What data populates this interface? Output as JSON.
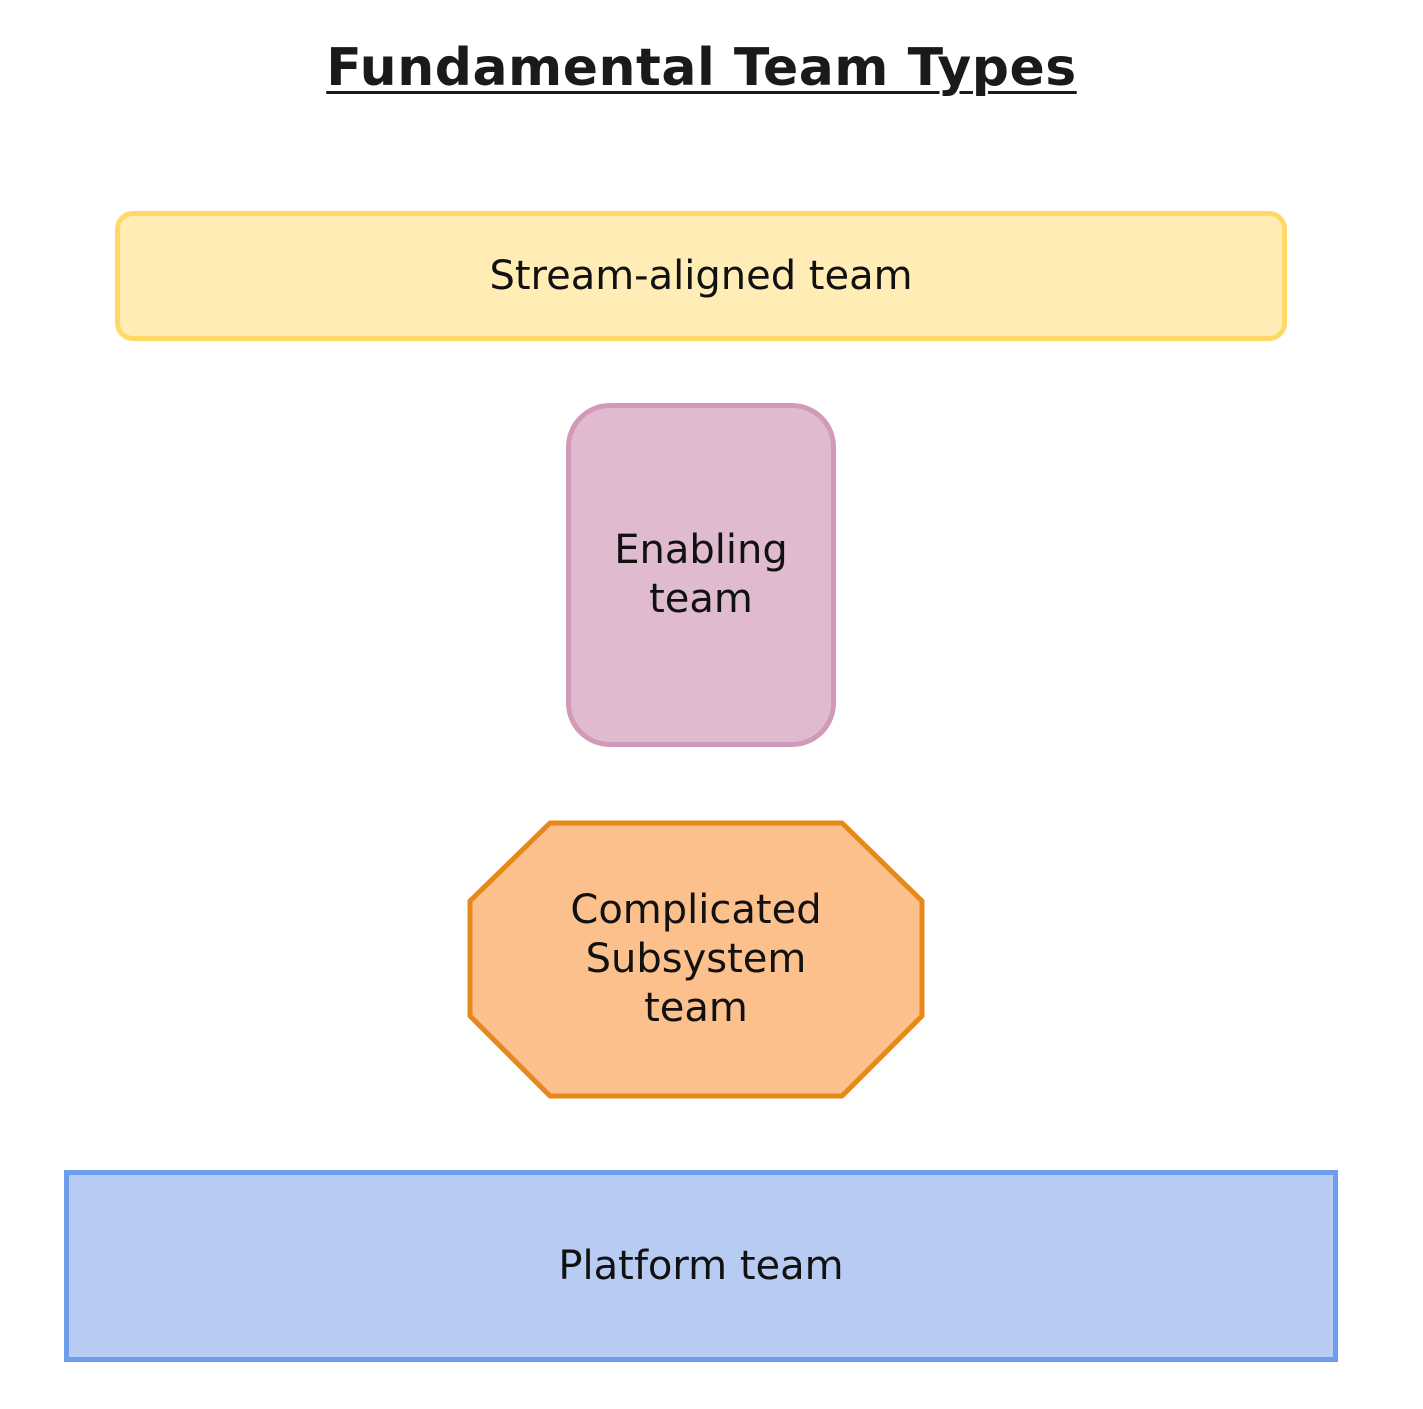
{
  "title": "Fundamental Team Types",
  "shapes": {
    "stream_aligned": {
      "label": "Stream-aligned team",
      "fill": "#FFEDB5",
      "stroke": "#FFD966"
    },
    "enabling": {
      "label_lines": [
        "Enabling",
        "team"
      ],
      "fill": "#E0BBD0",
      "stroke": "#D09AB8"
    },
    "complicated_subsystem": {
      "label_lines": [
        "Complicated",
        "Subsystem",
        "team"
      ],
      "fill": "#FCC08C",
      "stroke": "#E6891A"
    },
    "platform": {
      "label": "Platform team",
      "fill": "#B8CBF2",
      "stroke": "#6D9EEB"
    }
  }
}
